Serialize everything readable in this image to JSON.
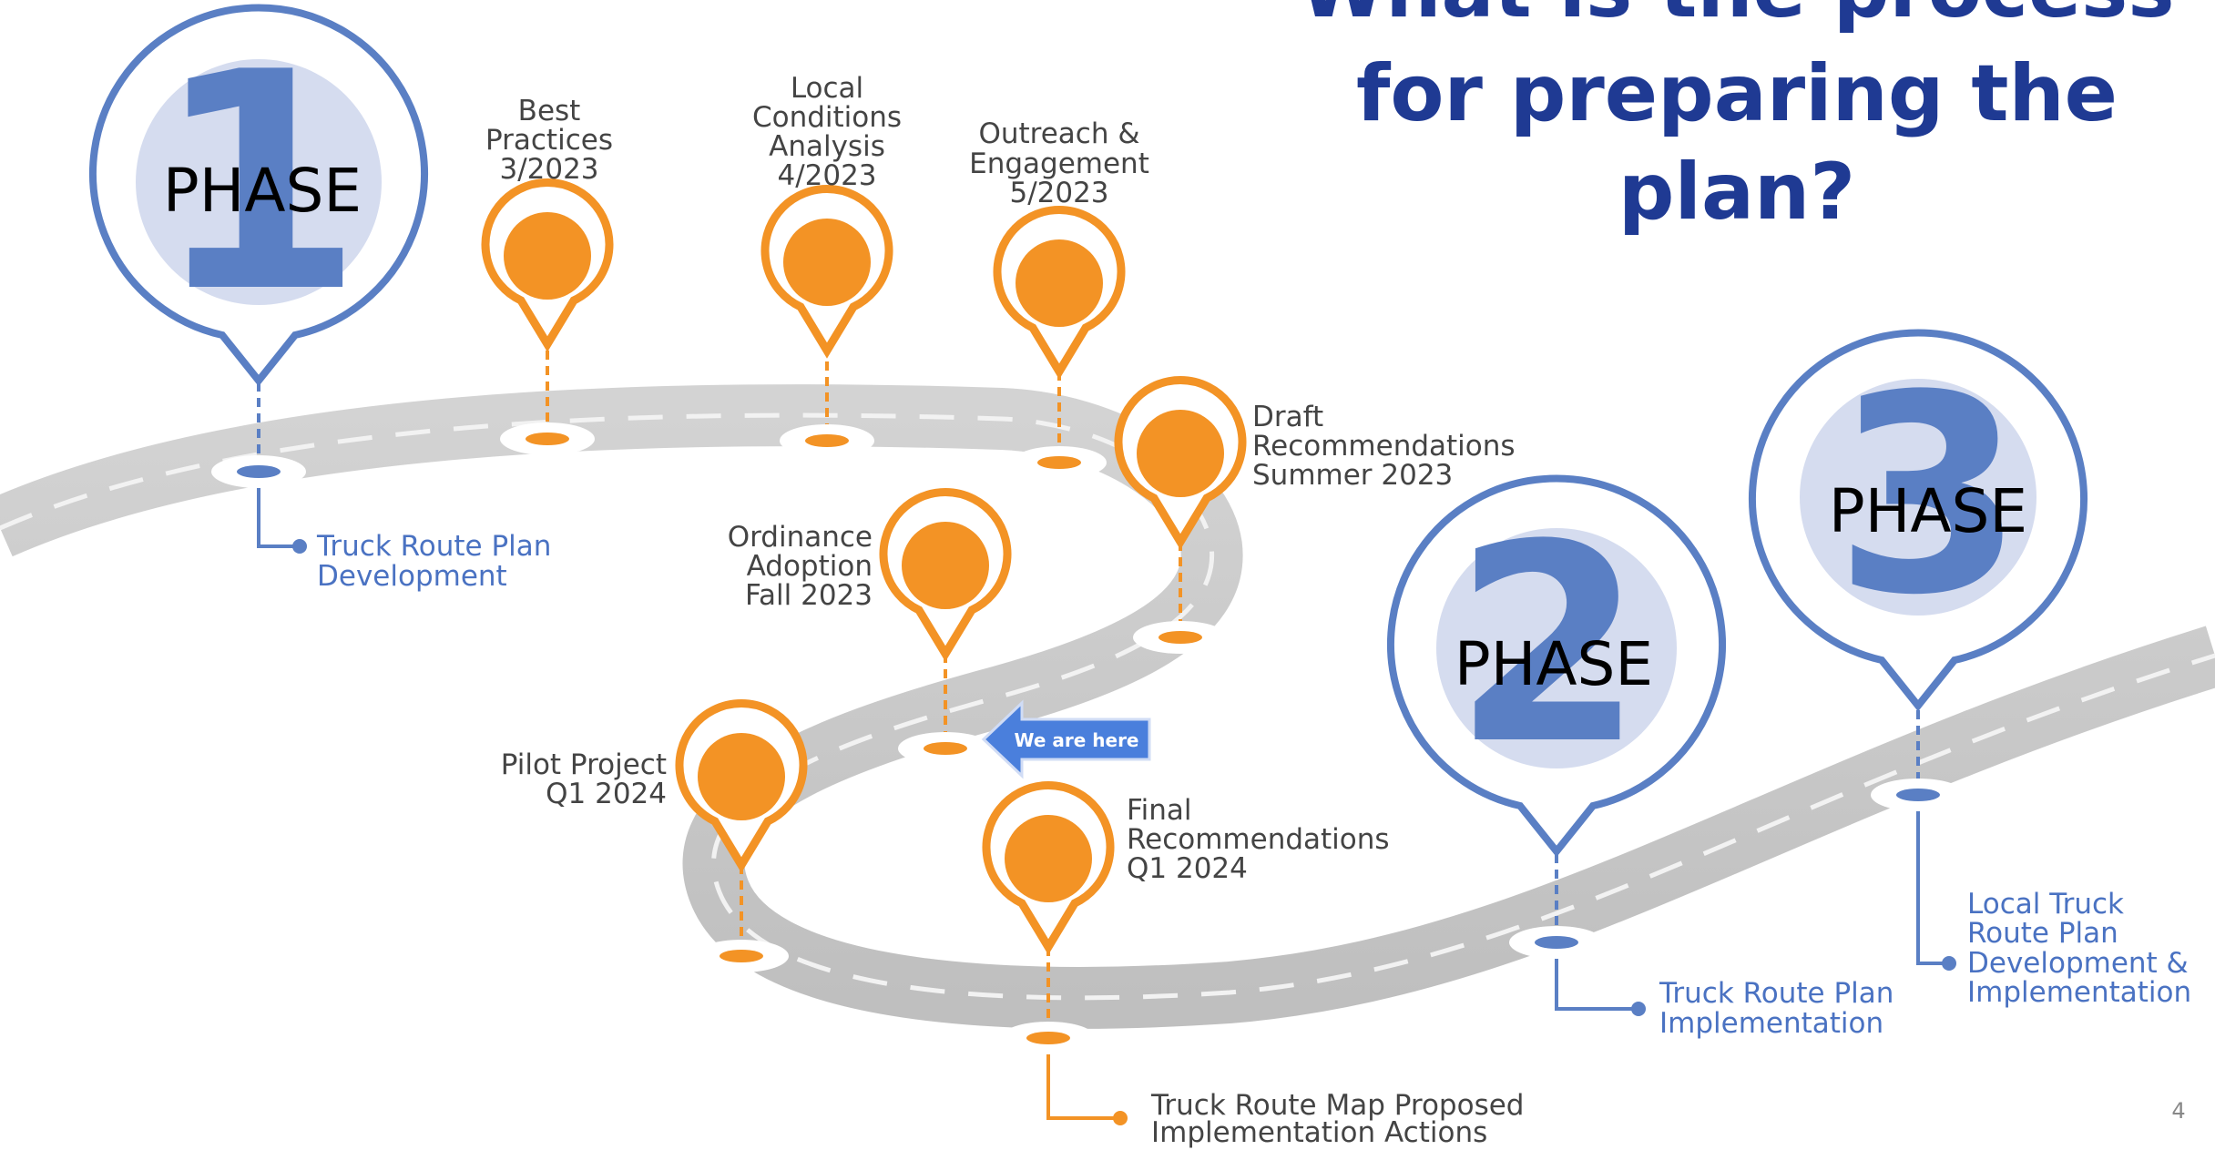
{
  "slide": {
    "title_lines": [
      "What is the process",
      "for preparing the",
      "plan?"
    ],
    "page_number": "4"
  },
  "phases": [
    {
      "number": "1",
      "label": "PHASE",
      "description_lines": [
        "Truck Route Plan",
        "Development"
      ]
    },
    {
      "number": "2",
      "label": "PHASE",
      "description_lines": [
        "Truck Route Plan",
        "Implementation"
      ]
    },
    {
      "number": "3",
      "label": "PHASE",
      "description_lines": [
        "Local Truck",
        "Route Plan",
        "Development &",
        "Implementation"
      ]
    }
  ],
  "milestones": [
    {
      "lines": [
        "Best",
        "Practices",
        "3/2023"
      ]
    },
    {
      "lines": [
        "Local",
        "Conditions",
        "Analysis",
        "4/2023"
      ]
    },
    {
      "lines": [
        "Outreach &",
        "Engagement",
        "5/2023"
      ]
    },
    {
      "lines": [
        "Draft",
        "Recommendations",
        "Summer 2023"
      ]
    },
    {
      "lines": [
        "Ordinance",
        "Adoption",
        "Fall 2023"
      ]
    },
    {
      "lines": [
        "Pilot Project",
        "Q1 2024"
      ]
    },
    {
      "lines": [
        "Final",
        "Recommendations",
        "Q1 2024"
      ]
    }
  ],
  "current_marker": {
    "label": "We are here"
  },
  "final_output": {
    "lines": [
      "Truck Route Map Proposed",
      "Implementation Actions"
    ]
  },
  "colors": {
    "title": "#1f3a93",
    "phase_blue": "#5a7fc4",
    "phase_fill": "#d5dcef",
    "milestone_orange": "#f39325",
    "road": "#cacaca",
    "road_dash": "#f2f2f2",
    "text_dark": "#444444",
    "page_number": "#888888"
  }
}
